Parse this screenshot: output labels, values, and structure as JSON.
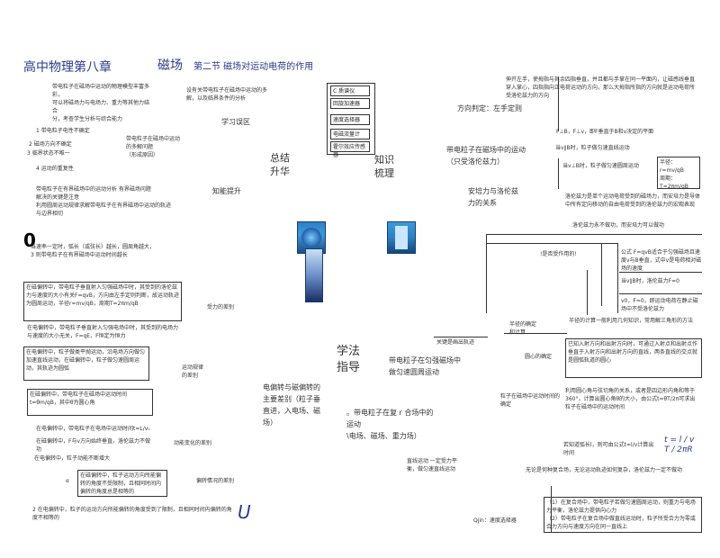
{
  "header": {
    "chapter": "高中物理第八章",
    "chapter_topic": "磁场",
    "section": "第二节  磁场对运动电荷的作用"
  },
  "left": {
    "intro": "带电粒子在磁场中运动的物理模型丰富多彩，\n可以将磁场力与电场力、重力等其他力结合\n分，考查学生分析与综合能力",
    "study_title": "学习误区",
    "list1": [
      "1  带电粒子电性不确定",
      "2  磁场方向不确定",
      "3  临界状态不唯一",
      "4  运动的重复性"
    ],
    "mid_note": "带电粒子在磁场中运动\n的多解问题\n（形成原因）",
    "ability_title": "知能提升",
    "mid_note2": "带电粒子在有界磁场中的运动分析  有界磁场问题\n解决的关键是注意\n利用圆周运动规律求解带电粒子在有界磁场中运动的轨迹与边界相切",
    "big_zero": "0",
    "arc_line": "当速率一定时，弧长（或弦长）越长，圆周角越大，\n3  则带电粒子在有界磁场中运动时间越长",
    "box1": "在磁偏转中，带电粒子垂直射入匀强磁场中时，其受到的洛伦兹力与速度的大小有关F=qvB，方向由左手定则判断，故运动轨迹为圆周运动，半径r=mv/qB，周期T=2πm/qB",
    "cond_label": "受力的差别",
    "box2": "在电偏转中，带电粒子垂直射入匀强电场中时，其受到的电场力与速度的大小无关，F=qE，F恒定为恒力",
    "box3": "在电偏转中，粒子做类平抛运动，沿电场方向做匀加速直线运动，在磁偏转中，粒子做匀速圆周运动，其轨迹为圆弧",
    "motion_label": "运动规律\n的差别",
    "box4": "在磁偏转中，带电粒子在磁场中运动时间t=θm/qB，其中θ为圆心角",
    "box5": "在电偏转中，带电粒子在电场中运动时间t=L/v₀",
    "box6": "在磁偏转中，F与v方向始终垂直，洛伦兹力不做功",
    "box7": "在电偏转中，粒子动能不断增大",
    "energy_label": "动能变化的差别",
    "box8": "在磁偏转中，粒子运动方向所能偏转的角度不受限制，且相同时间内偏转的角度总是相等的",
    "box9": "2  在电偏转中，粒子的运动方向所能偏转的角度受到了限制，且相同时间内偏转的角度不相等的",
    "angle_label": "偏转情况的差别",
    "big_u": "U"
  },
  "center": {
    "menu": [
      "C 质谱仪",
      "回旋加速器",
      "速度选择器",
      "电磁流量计",
      "霍尔效应传感器"
    ],
    "summary": "总结\n升华",
    "knowledge": "知识\n梳理",
    "method": "学法\n指导",
    "compare": "电偏转与磁偏转的\n主要差别（粒子垂\n直进，入电场、磁\n场）",
    "uniform": "带电粒子在匀强磁场中\n做匀速圆周运动",
    "composite": "。带电粒子在复 r 合场中的\n运动\n\\电场、磁场、重力场）",
    "straight": "直线运动  一定受力平\n衡，做匀速直线运动"
  },
  "right": {
    "lefthand": "方向判定：左手定则",
    "lh_note": "伸开左手，使拇指与其余四指垂直，并且都与手掌在同一平面内，让磁感线垂直穿入掌心，四指指向正电荷运动的方向，那么大拇指所指的方向就是运动电荷所受洛伦兹力的方向",
    "formula": "F⊥B，F⊥v，即F垂直于B和v决定的平面",
    "lorentz": "带电粒子在磁场中的运动\n（只受洛伦兹力）",
    "v_par": "当v∥B时，粒子做匀速直线运动",
    "v_perp": "当v⊥B时，粒子做匀速圆周运动",
    "uniform_box": "半径：r=mv/qB\n周期：T=2πm/qB",
    "relation": "安培力与洛伦兹\n力的关系",
    "relation_note": "洛伦兹力是单个运动电荷受到的磁场力，而安培力是导体中所有定向移动的自由电荷受到的洛伦兹力的宏观表现",
    "work_note": "洛伦兹力永不做功，而安培力可以做功",
    "table_head": "!是否受作用的!",
    "table_r1": "公式 F=qvB适合于匀强磁场且速度v与B垂直，式中v是电荷相对磁场的速度",
    "table_r2": "当v∥B时，洛伦兹力F=0",
    "table_r3": "v0，F=0，即运动电荷在静止磁场中不受洛伦兹力",
    "radius_label": "半径的确定\n和计算",
    "radius_note": "半径的计算一般利用几何知识，常用解三角形的方法",
    "center_label": "圆心的确定",
    "center_note": "已知入射方向和出射方向时，可通过入射点和出射点作垂直于入射方向和出射方向的直线，两条直线的交点就是圆弧轨道的圆心",
    "time_label": "粒子在磁场中运动时间的确定",
    "time_note": "利用圆心角与弦切角的关系，或者是四边形内角和等于360°，计算出圆心角θ的大小，由公式t=θT/2π可求出粒子在磁场中的运动时间",
    "arc_note": "若知道弧长l，则可由公式t=l/v计算出时间",
    "speed_title": "无论是何种复合场，无论运动轨迹如何复杂，洛伦兹力一定不做功",
    "qjin": "Qjin：速度选择器",
    "final_box": "（1）在复合场中，带电粒子若做匀速圆周运动，则重力与电场力平衡，洛伦兹力提供向心力\n（2）带电粒子在复合场中做直线运动时，粒子所受合力为零或合力方向与速度方向在同一直线上"
  }
}
